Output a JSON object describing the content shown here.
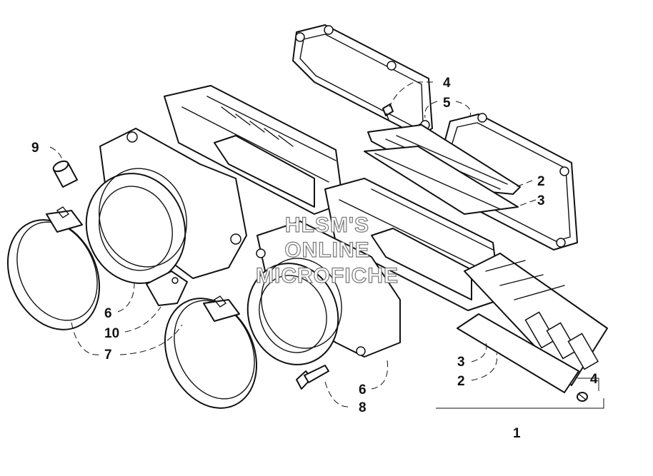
{
  "callouts": {
    "c1": "1",
    "c2a": "2",
    "c2b": "2",
    "c3a": "3",
    "c3b": "3",
    "c4a": "4",
    "c4b": "4",
    "c5": "5",
    "c6a": "6",
    "c6b": "6",
    "c7": "7",
    "c8": "8",
    "c9": "9",
    "c10": "10"
  },
  "watermark": {
    "line1": "HLSM'S",
    "line2": "ONLINE",
    "line3": "MICROFICHE"
  },
  "colors": {
    "line": "#111111",
    "background": "#ffffff",
    "watermark_outline": "#777777"
  }
}
